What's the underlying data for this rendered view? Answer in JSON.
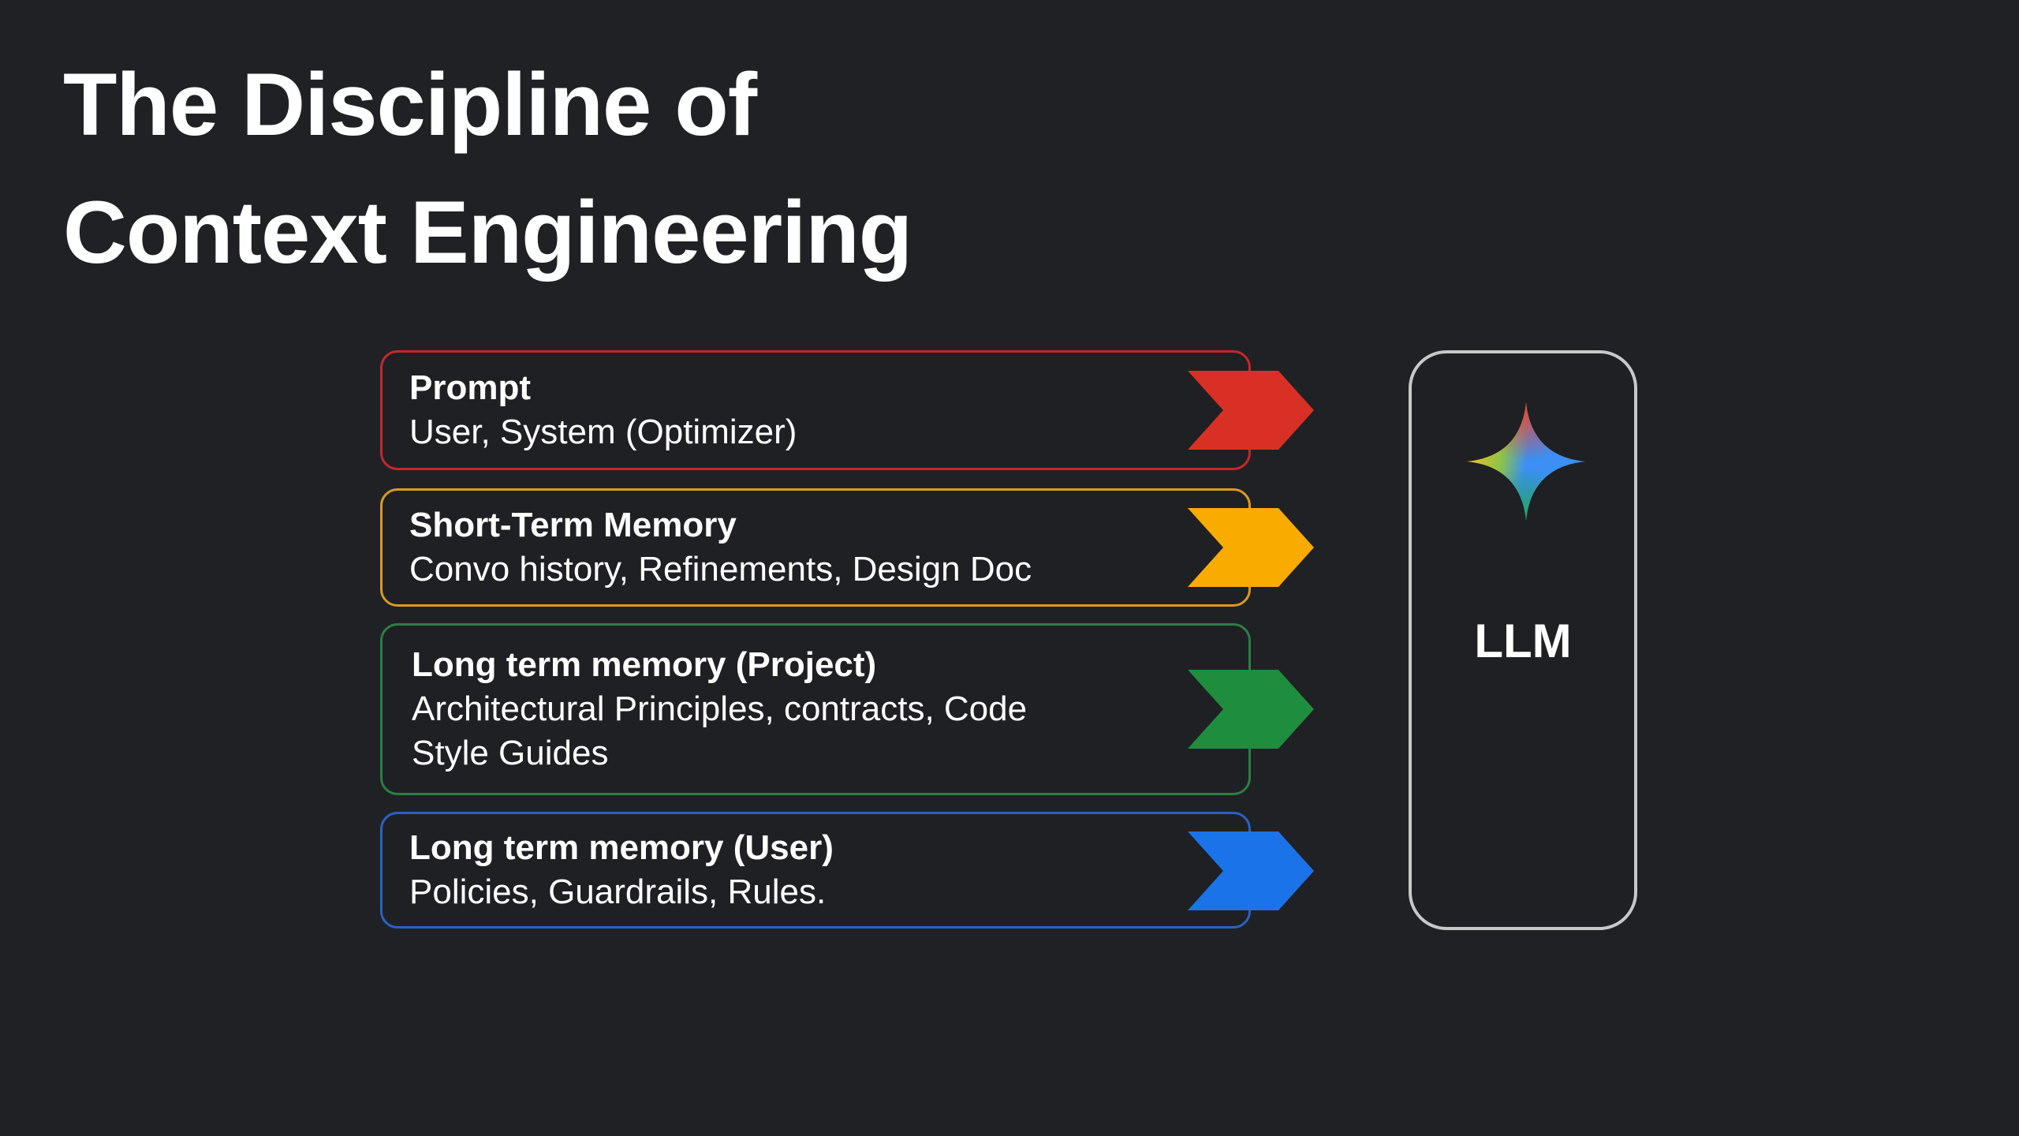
{
  "title": {
    "line1": "The Discipline of",
    "line2": "Context Engineering"
  },
  "inputs": [
    {
      "heading": "Prompt",
      "detail": "User, System (Optimizer)",
      "color": "#d93025"
    },
    {
      "heading": "Short-Term Memory",
      "detail": "Convo history, Refinements, Design Doc",
      "color": "#f9ab00"
    },
    {
      "heading": "Long term memory (Project)",
      "detail": "Architectural Principles, contracts, Code Style Guides",
      "color": "#1e8e3e"
    },
    {
      "heading": "Long term memory (User)",
      "detail": "Policies, Guardrails, Rules.",
      "color": "#1a73e8"
    }
  ],
  "llm": {
    "label": "LLM",
    "icon": "gemini-sparkle-icon"
  }
}
